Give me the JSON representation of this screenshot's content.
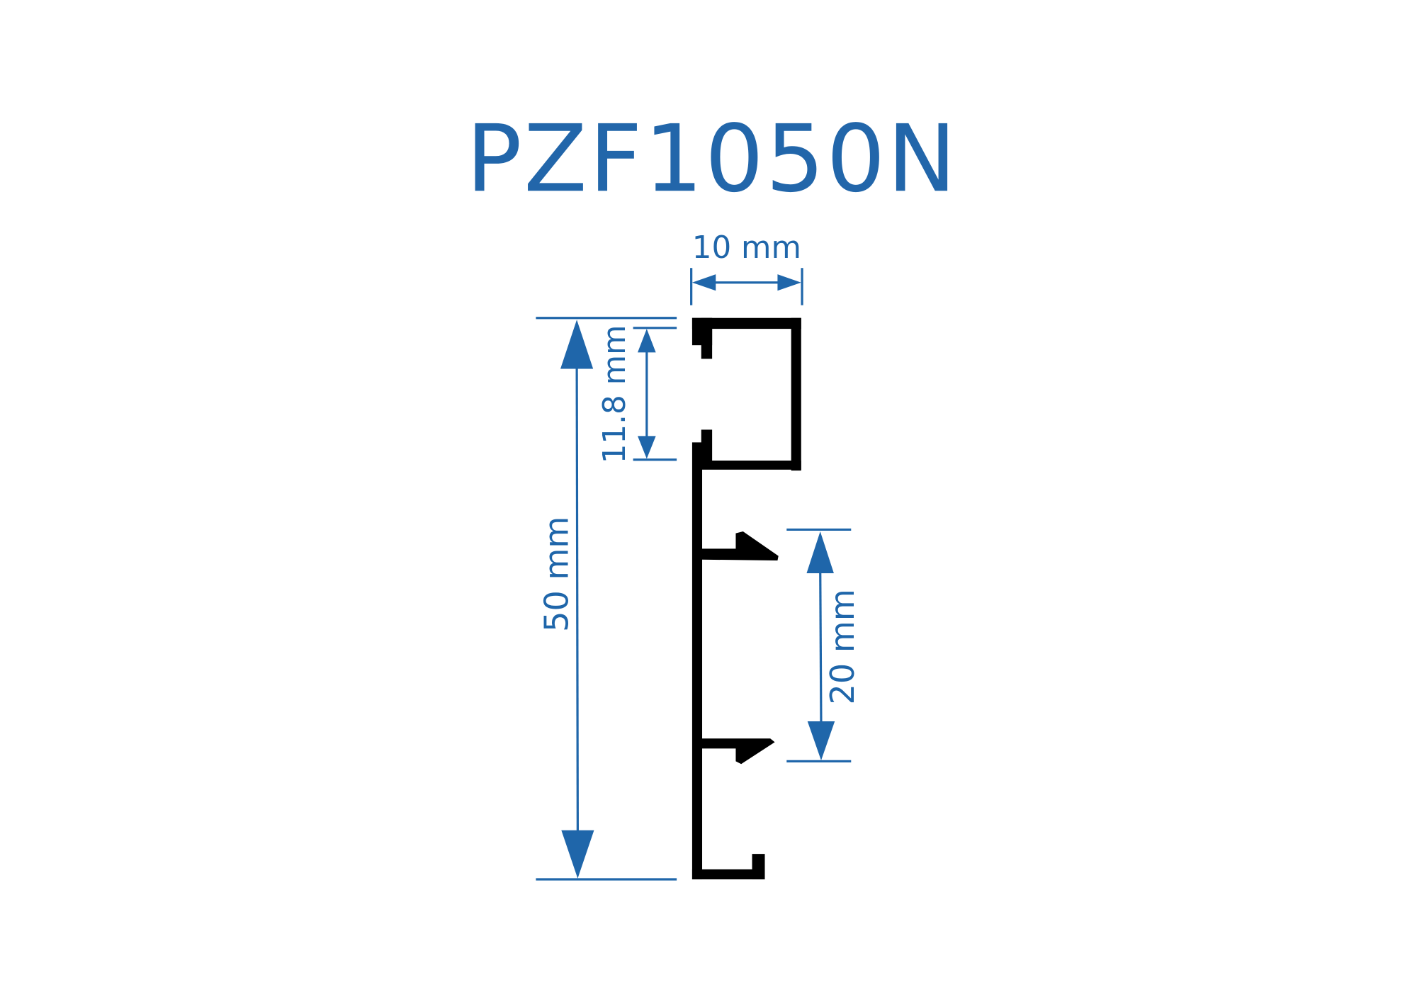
{
  "title": "PZF1050N",
  "dimensions": {
    "width": "10 mm",
    "total_height": "50 mm",
    "channel_height": "11.8 mm",
    "fin_spacing": "20 mm"
  },
  "colors": {
    "dimension": "#1f66aa",
    "title": "#2266aa",
    "profile": "#000000"
  }
}
